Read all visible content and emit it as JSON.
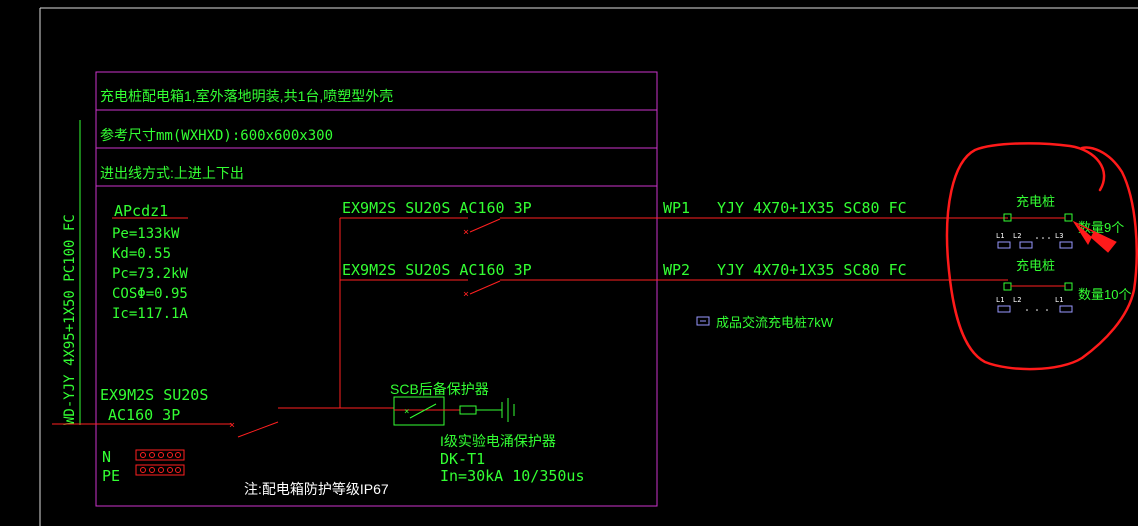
{
  "title_rows": [
    "充电桩配电箱1,室外落地明装,共1台,喷塑型外壳",
    "参考尺寸mm(WXHXD):600x600x300",
    "进出线方式:上进上下出"
  ],
  "incoming_cable": "WD-YJY 4X95+1X50 PC100 FC",
  "panel": {
    "name": "APcdz1",
    "params": [
      "Pe=133kW",
      "Kd=0.55",
      "Pc=73.2kW",
      "COSΦ=0.95",
      "Ic=117.1A"
    ]
  },
  "main_breaker": {
    "model": "EX9M2S SU20S",
    "rating": "AC160  3P"
  },
  "branches": [
    {
      "breaker": "EX9M2S  SU20S  AC160  3P",
      "circuit_id": "WP1",
      "cable": "YJY  4X70+1X35  SC80  FC",
      "load_label": "充电桩",
      "qty_label": "数量9个",
      "phases": [
        "L1",
        "L2",
        "L3"
      ]
    },
    {
      "breaker": "EX9M2S  SU20S  AC160  3P",
      "circuit_id": "WP2",
      "cable": "YJY  4X70+1X35  SC80  FC",
      "load_label": "充电桩",
      "qty_label": "数量10个",
      "phases": [
        "L1",
        "L2",
        "L1"
      ]
    }
  ],
  "legend_label": "成品交流充电桩7kW",
  "scb_label": "SCB后备保护器",
  "spd": {
    "line1": "I级实验电涌保护器",
    "line2": "DK-T1",
    "line3": "In=30kA  10/350us"
  },
  "terminals": [
    "N",
    "PE"
  ],
  "note": "注:配电箱防护等级IP67",
  "colors": {
    "background": "#000000",
    "frame": "#ffffff",
    "box": "#cc33cc",
    "wire": "#ff2020",
    "text": "#33ff33",
    "highlight": "#ff1a1a"
  }
}
